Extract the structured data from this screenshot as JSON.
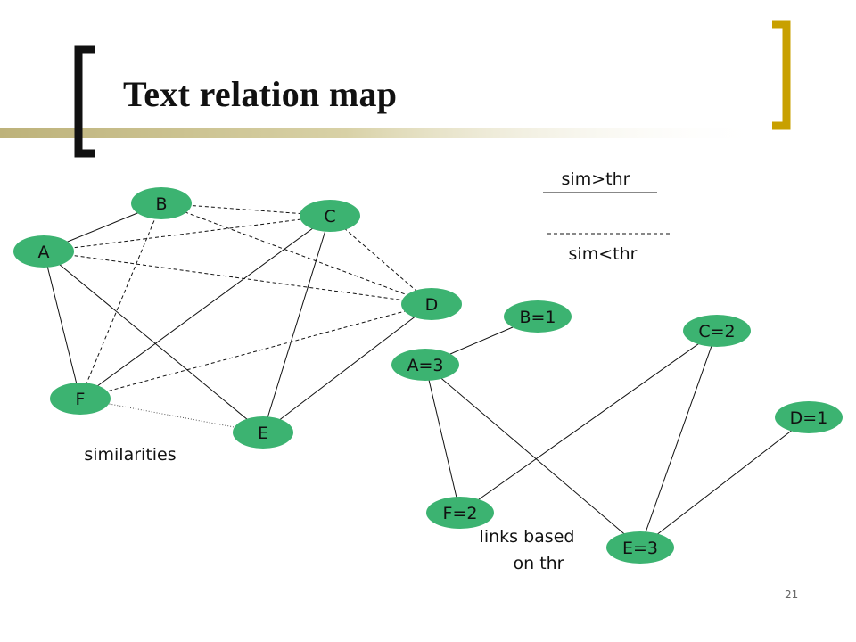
{
  "title": "Text relation map",
  "slide_number": "21",
  "legend": {
    "solid_label": "sim>thr",
    "dashed_label": "sim<thr"
  },
  "left_graph": {
    "caption": "similarities",
    "nodes": [
      {
        "id": "A",
        "label": "A"
      },
      {
        "id": "B",
        "label": "B"
      },
      {
        "id": "C",
        "label": "C"
      },
      {
        "id": "D",
        "label": "D"
      },
      {
        "id": "E",
        "label": "E"
      },
      {
        "id": "F",
        "label": "F"
      }
    ],
    "edges": [
      {
        "from": "A",
        "to": "B",
        "style": "solid"
      },
      {
        "from": "A",
        "to": "F",
        "style": "solid"
      },
      {
        "from": "A",
        "to": "E",
        "style": "solid"
      },
      {
        "from": "C",
        "to": "F",
        "style": "solid"
      },
      {
        "from": "C",
        "to": "E",
        "style": "solid"
      },
      {
        "from": "D",
        "to": "E",
        "style": "solid"
      },
      {
        "from": "B",
        "to": "C",
        "style": "dashed"
      },
      {
        "from": "B",
        "to": "D",
        "style": "dashed"
      },
      {
        "from": "B",
        "to": "F",
        "style": "dashed"
      },
      {
        "from": "A",
        "to": "C",
        "style": "dashed"
      },
      {
        "from": "A",
        "to": "D",
        "style": "dashed"
      },
      {
        "from": "C",
        "to": "D",
        "style": "dashed"
      },
      {
        "from": "D",
        "to": "F",
        "style": "dashed"
      },
      {
        "from": "F",
        "to": "E",
        "style": "dotted"
      }
    ]
  },
  "right_graph": {
    "caption_lines": [
      "links based",
      "on thr"
    ],
    "nodes": [
      {
        "id": "A",
        "label": "A=3"
      },
      {
        "id": "B",
        "label": "B=1"
      },
      {
        "id": "C",
        "label": "C=2"
      },
      {
        "id": "D",
        "label": "D=1"
      },
      {
        "id": "E",
        "label": "E=3"
      },
      {
        "id": "F",
        "label": "F=2"
      }
    ],
    "edges": [
      {
        "from": "A",
        "to": "B",
        "style": "solid"
      },
      {
        "from": "A",
        "to": "F",
        "style": "solid"
      },
      {
        "from": "A",
        "to": "E",
        "style": "solid"
      },
      {
        "from": "C",
        "to": "F",
        "style": "solid"
      },
      {
        "from": "C",
        "to": "E",
        "style": "solid"
      },
      {
        "from": "D",
        "to": "E",
        "style": "solid"
      }
    ]
  },
  "colors": {
    "node_fill": "#3cb371",
    "accent_gold": "#c8a000",
    "text": "#111111"
  }
}
